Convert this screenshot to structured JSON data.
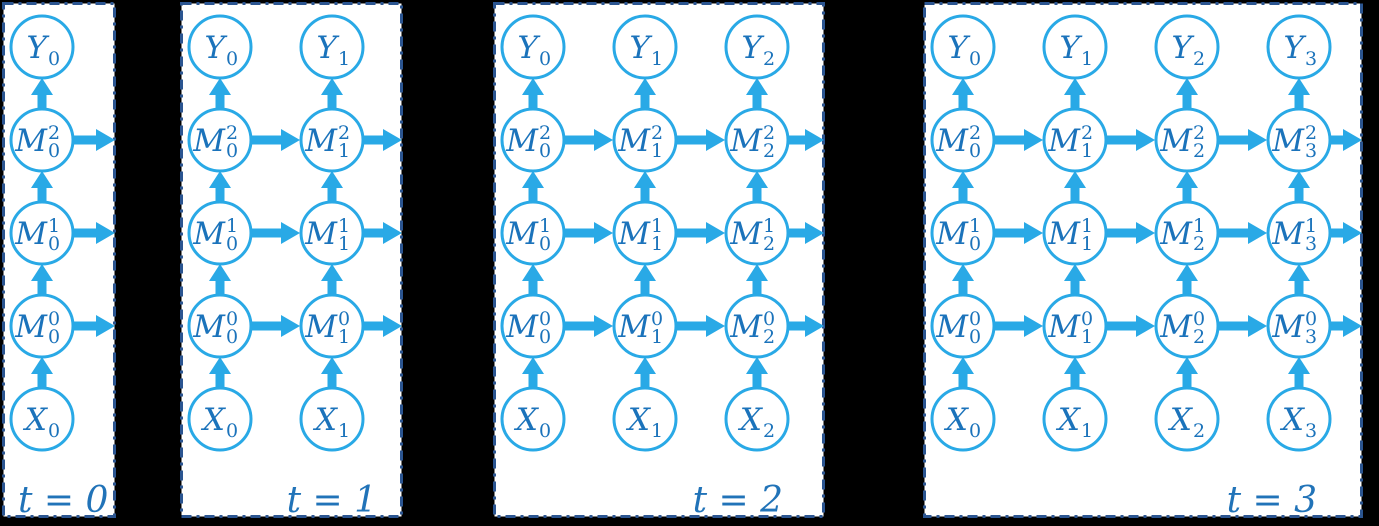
{
  "title": "Unrolled layered state-space model diagram",
  "colors": {
    "node_stroke": "#29A9E6",
    "arrow": "#29A9E6",
    "node_text": "#1B73BB",
    "time_label_text": "#2173B8",
    "panel_border": "#2B5591",
    "panel_background": "#ffffff",
    "page_background": "#000000"
  },
  "panels": [
    {
      "label": "t = 0",
      "label_align": "left",
      "columns": [
        {
          "nodes": [
            {
              "letter": "Y",
              "sub": "0"
            },
            {
              "letter": "M",
              "sup": "2",
              "sub": "0"
            },
            {
              "letter": "M",
              "sup": "1",
              "sub": "0"
            },
            {
              "letter": "M",
              "sup": "0",
              "sub": "0"
            },
            {
              "letter": "X",
              "sub": "0"
            }
          ]
        }
      ]
    },
    {
      "label": "t = 1",
      "label_align": "right",
      "columns": [
        {
          "nodes": [
            {
              "letter": "Y",
              "sub": "0"
            },
            {
              "letter": "M",
              "sup": "2",
              "sub": "0"
            },
            {
              "letter": "M",
              "sup": "1",
              "sub": "0"
            },
            {
              "letter": "M",
              "sup": "0",
              "sub": "0"
            },
            {
              "letter": "X",
              "sub": "0"
            }
          ]
        },
        {
          "nodes": [
            {
              "letter": "Y",
              "sub": "1"
            },
            {
              "letter": "M",
              "sup": "2",
              "sub": "1"
            },
            {
              "letter": "M",
              "sup": "1",
              "sub": "1"
            },
            {
              "letter": "M",
              "sup": "0",
              "sub": "1"
            },
            {
              "letter": "X",
              "sub": "1"
            }
          ]
        }
      ]
    },
    {
      "label": "t = 2",
      "label_align": "right",
      "columns": [
        {
          "nodes": [
            {
              "letter": "Y",
              "sub": "0"
            },
            {
              "letter": "M",
              "sup": "2",
              "sub": "0"
            },
            {
              "letter": "M",
              "sup": "1",
              "sub": "0"
            },
            {
              "letter": "M",
              "sup": "0",
              "sub": "0"
            },
            {
              "letter": "X",
              "sub": "0"
            }
          ]
        },
        {
          "nodes": [
            {
              "letter": "Y",
              "sub": "1"
            },
            {
              "letter": "M",
              "sup": "2",
              "sub": "1"
            },
            {
              "letter": "M",
              "sup": "1",
              "sub": "1"
            },
            {
              "letter": "M",
              "sup": "0",
              "sub": "1"
            },
            {
              "letter": "X",
              "sub": "1"
            }
          ]
        },
        {
          "nodes": [
            {
              "letter": "Y",
              "sub": "2"
            },
            {
              "letter": "M",
              "sup": "2",
              "sub": "2"
            },
            {
              "letter": "M",
              "sup": "1",
              "sub": "2"
            },
            {
              "letter": "M",
              "sup": "0",
              "sub": "2"
            },
            {
              "letter": "X",
              "sub": "2"
            }
          ]
        }
      ]
    },
    {
      "label": "t = 3",
      "label_align": "right",
      "columns": [
        {
          "nodes": [
            {
              "letter": "Y",
              "sub": "0"
            },
            {
              "letter": "M",
              "sup": "2",
              "sub": "0"
            },
            {
              "letter": "M",
              "sup": "1",
              "sub": "0"
            },
            {
              "letter": "M",
              "sup": "0",
              "sub": "0"
            },
            {
              "letter": "X",
              "sub": "0"
            }
          ]
        },
        {
          "nodes": [
            {
              "letter": "Y",
              "sub": "1"
            },
            {
              "letter": "M",
              "sup": "2",
              "sub": "1"
            },
            {
              "letter": "M",
              "sup": "1",
              "sub": "1"
            },
            {
              "letter": "M",
              "sup": "0",
              "sub": "1"
            },
            {
              "letter": "X",
              "sub": "1"
            }
          ]
        },
        {
          "nodes": [
            {
              "letter": "Y",
              "sub": "2"
            },
            {
              "letter": "M",
              "sup": "2",
              "sub": "2"
            },
            {
              "letter": "M",
              "sup": "1",
              "sub": "2"
            },
            {
              "letter": "M",
              "sup": "0",
              "sub": "2"
            },
            {
              "letter": "X",
              "sub": "2"
            }
          ]
        },
        {
          "nodes": [
            {
              "letter": "Y",
              "sub": "3"
            },
            {
              "letter": "M",
              "sup": "2",
              "sub": "3"
            },
            {
              "letter": "M",
              "sup": "1",
              "sub": "3"
            },
            {
              "letter": "M",
              "sup": "0",
              "sub": "3"
            },
            {
              "letter": "X",
              "sub": "3"
            }
          ]
        }
      ]
    }
  ]
}
